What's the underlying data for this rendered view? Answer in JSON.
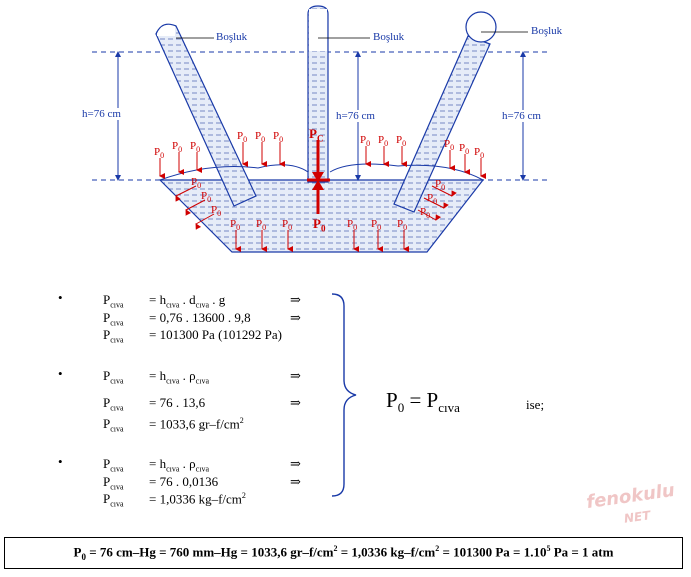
{
  "diagram": {
    "label_bosluk": "Boşluk",
    "label_h": "h=76 cm",
    "label_p0": "P",
    "sub_0": "0",
    "label_pc": "P",
    "sub_c": "C"
  },
  "formulas": {
    "group1": [
      {
        "lhs": "P",
        "lhs_sub": "cıva",
        "rhs": "= h",
        "rhs_sub": "cıva",
        "rhs2": ". d",
        "rhs2_sub": "cıva",
        "rhs3": ". g",
        "arrow": "⇒"
      },
      {
        "lhs": "P",
        "lhs_sub": "cıva",
        "rhs": "= 0,76 . 13600 . 9,8",
        "arrow": "⇒"
      },
      {
        "lhs": "P",
        "lhs_sub": "cıva",
        "rhs": "= 101300 Pa (101292 Pa)"
      }
    ],
    "group2": [
      {
        "lhs": "P",
        "lhs_sub": "cıva",
        "rhs": "= h",
        "rhs_sub": "cıva",
        "rhs2": ". ρ",
        "rhs2_sub": "cıva",
        "arrow": "⇒"
      },
      {
        "lhs": "P",
        "lhs_sub": "cıva",
        "rhs": "= 76 . 13,6",
        "arrow": "⇒"
      },
      {
        "lhs": "P",
        "lhs_sub": "cıva",
        "rhs": "= 1033,6 gr–f/cm",
        "sup": "2"
      }
    ],
    "group3": [
      {
        "lhs": "P",
        "lhs_sub": "cıva",
        "rhs": "= h",
        "rhs_sub": "cıva",
        "rhs2": ". ρ",
        "rhs2_sub": "cıva",
        "arrow": "⇒"
      },
      {
        "lhs": "P",
        "lhs_sub": "cıva",
        "rhs": "= 76 . 0,0136",
        "arrow": "⇒"
      },
      {
        "lhs": "P",
        "lhs_sub": "cıva",
        "rhs": "= 1,0336 kg–f/cm",
        "sup": "2"
      }
    ],
    "bullet": "•",
    "result": {
      "lhs": "P",
      "lhs_sub": "0",
      "rhs": " = P",
      "rhs_sub": "cıva",
      "ise": "ise;"
    }
  },
  "final": {
    "p": "P",
    "p_sub": "0",
    "t1": " = 76 cm–Hg = 760 mm–Hg = 1033,6 gr–f/cm",
    "s1": "2",
    "t2": " = 1,0336 kg–f/cm",
    "s2": "2",
    "t3": " = 101300 Pa = 1.10",
    "s3": "5",
    "t4": " Pa = 1 atm"
  },
  "watermark": {
    "line1": "fenokulu",
    "line2": "NET"
  }
}
